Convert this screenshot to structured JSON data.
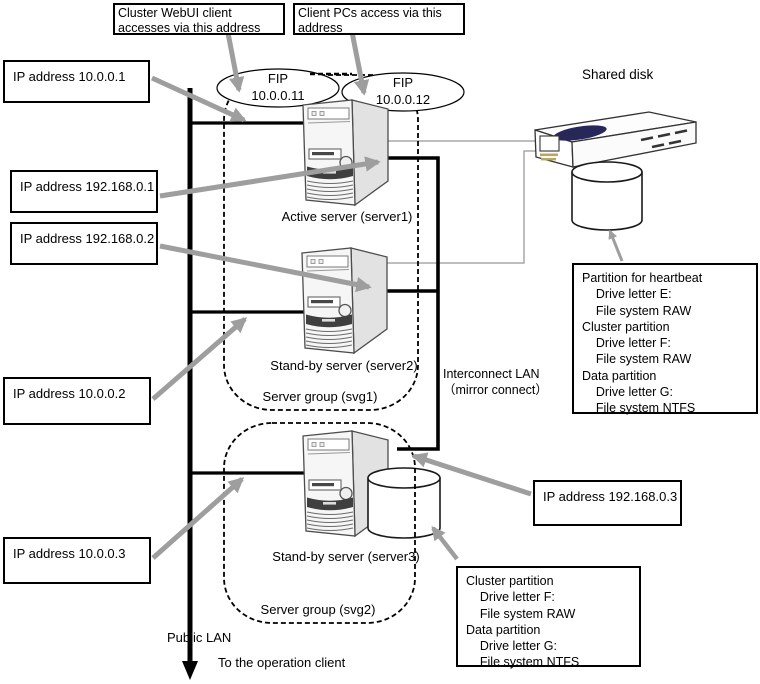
{
  "diagram": {
    "callout_webui": "Cluster WebUI client accesses via this address",
    "callout_clients": "Client PCs access via this address",
    "fip1": {
      "name": "FIP",
      "address": "10.0.0.11"
    },
    "fip2": {
      "name": "FIP",
      "address": "10.0.0.12"
    },
    "shared_disk_label": "Shared disk",
    "ip_boxes": {
      "ip_10_0_0_1": "IP address 10.0.0.1",
      "ip_192_168_0_1": "IP address 192.168.0.1",
      "ip_192_168_0_2": "IP address 192.168.0.2",
      "ip_10_0_0_2": "IP address 10.0.0.2",
      "ip_10_0_0_3": "IP address 10.0.0.3",
      "ip_192_168_0_3": "IP address 192.168.0.3"
    },
    "servers": {
      "server1": "Active server (server1)",
      "server2": "Stand-by server (server2)",
      "server3": "Stand-by server (server3)"
    },
    "groups": {
      "svg1": "Server group (svg1)",
      "svg2": "Server group (svg2)"
    },
    "interconnect": {
      "line1": "Interconnect LAN",
      "line2": "（mirror connect）"
    },
    "partitions_shared": {
      "lines": [
        "Partition for heartbeat",
        "    Drive letter E:",
        "    File system RAW",
        "Cluster partition",
        "    Drive letter F:",
        "    File system RAW",
        "Data partition",
        "    Drive letter G:",
        "    File system NTFS"
      ]
    },
    "partitions_server3": {
      "lines": [
        "Cluster partition",
        "    Drive letter F:",
        "    File system RAW",
        "Data partition",
        "    Drive letter G:",
        "    File system NTFS"
      ]
    },
    "public_lan": "Public LAN",
    "operation_client": "To the operation client",
    "colors": {
      "arrow_gray": "#9e9e9e",
      "line_black": "#000000",
      "connection_gray": "#a8a8a8"
    }
  }
}
